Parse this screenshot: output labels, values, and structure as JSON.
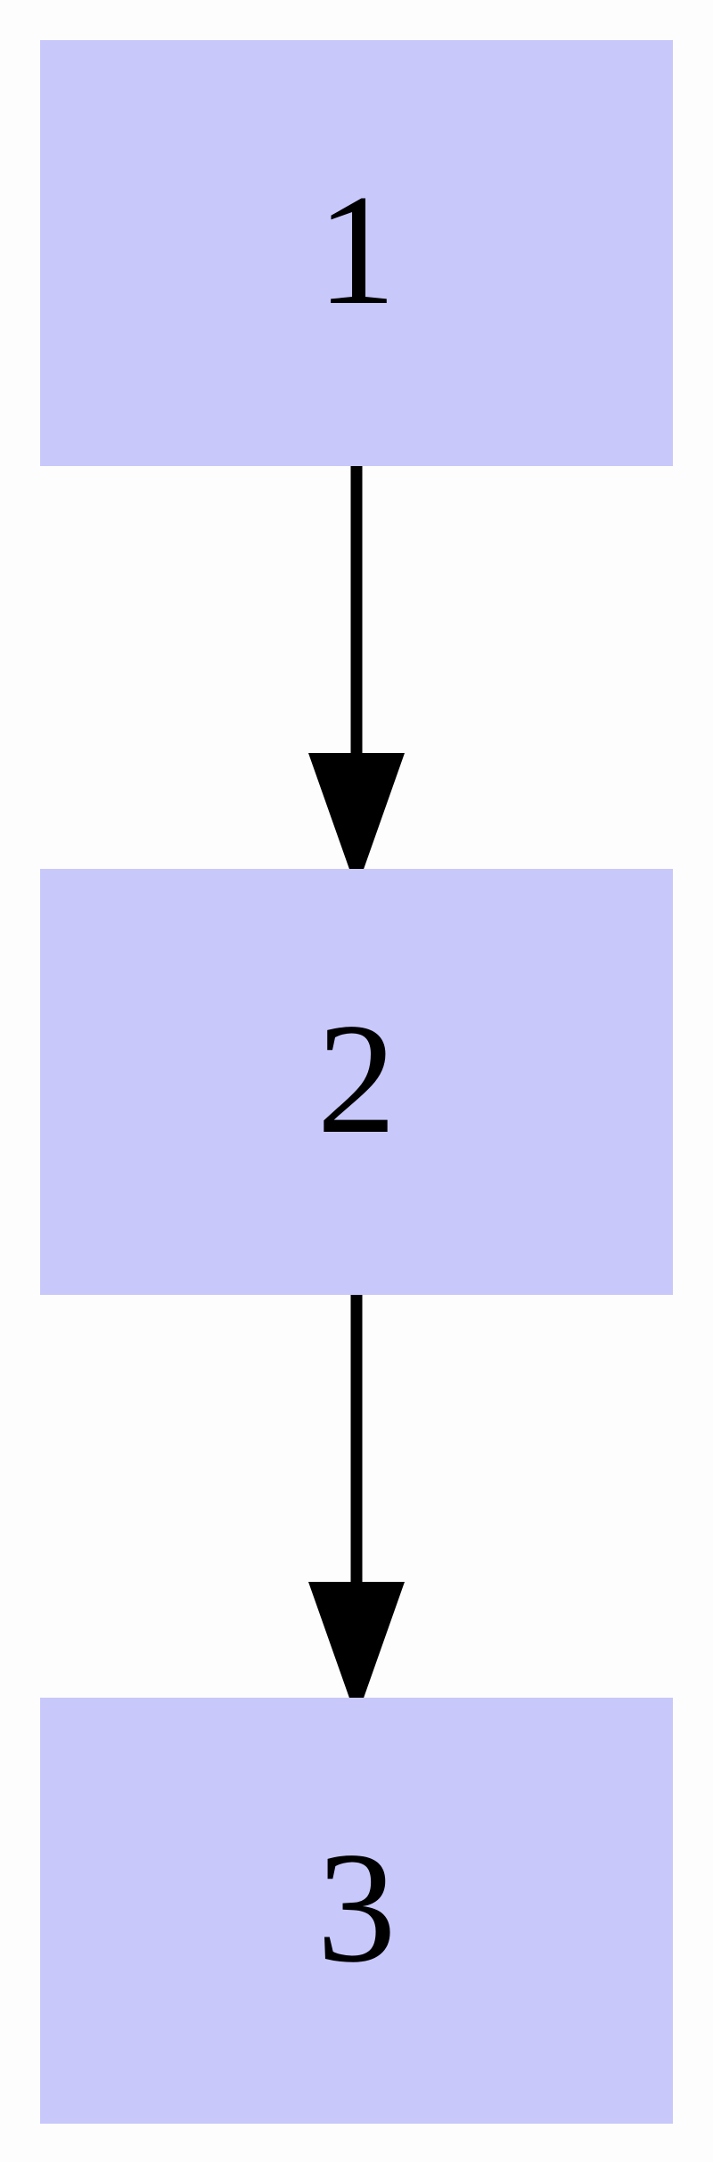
{
  "diagram": {
    "type": "flowchart",
    "node_fill": "#c8c8fb",
    "background": "#fdfdfd",
    "edge_color": "#000000",
    "nodes": [
      {
        "id": "n1",
        "label": "1"
      },
      {
        "id": "n2",
        "label": "2"
      },
      {
        "id": "n3",
        "label": "3"
      }
    ],
    "edges": [
      {
        "from": "n1",
        "to": "n2"
      },
      {
        "from": "n2",
        "to": "n3"
      }
    ]
  }
}
